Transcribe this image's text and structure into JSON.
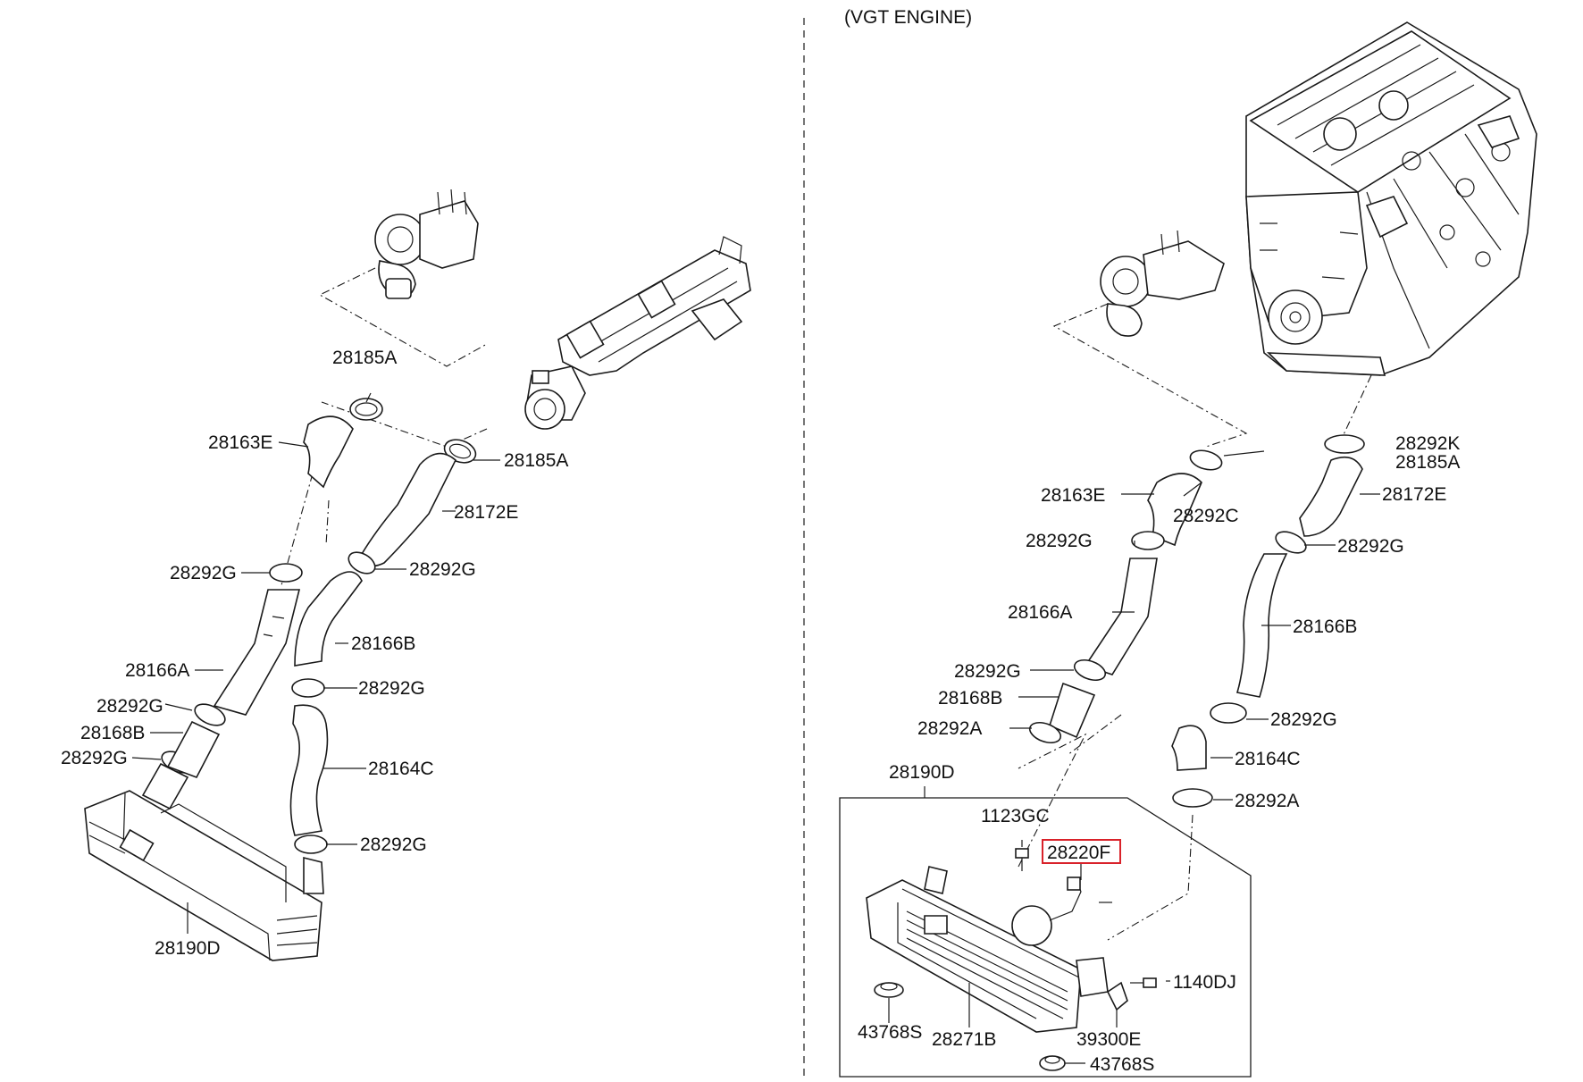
{
  "diagram": {
    "header": "(VGT ENGINE)",
    "left_labels": {
      "l1": "28185A",
      "l2": "28163E",
      "l3": "28185A",
      "l4": "28172E",
      "l5": "28292G",
      "l6": "28292G",
      "l7": "28166B",
      "l8": "28166A",
      "l9": "28292G",
      "l10": "28292G",
      "l11": "28168B",
      "l12": "28292G",
      "l13": "28164C",
      "l14": "28292G",
      "l15": "28190D"
    },
    "right_labels": {
      "r1": "28292K",
      "r2": "28185A",
      "r3": "28163E",
      "r4": "28172E",
      "r5": "28292C",
      "r6": "28292G",
      "r7": "28292G",
      "r8": "28166A",
      "r9": "28166B",
      "r10": "28292G",
      "r11": "28168B",
      "r12": "28292A",
      "r13": "28292G",
      "r14": "28164C",
      "r15": "28190D",
      "r16": "28292A",
      "r17": "1123GC",
      "r18": "28220F",
      "r19": "1140DJ",
      "r20": "43768S",
      "r21": "28271B",
      "r22": "39300E",
      "r23": "43768S"
    },
    "highlight_color": "#d9222a"
  }
}
